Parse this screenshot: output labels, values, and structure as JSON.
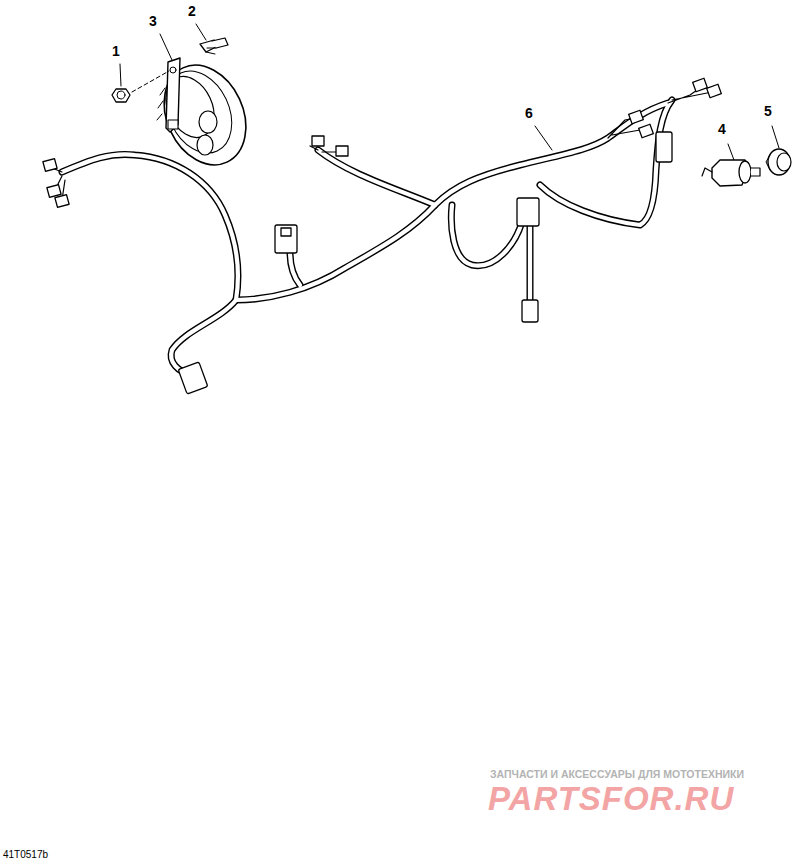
{
  "diagram": {
    "labels": [
      "1",
      "2",
      "3",
      "4",
      "5",
      "6",
      "41T0517b",
      "ЗАПЧАСТИ И АКСЕССУАРЫ ДЛЯ МОТОТЕХНИКИ",
      "PARTSFOR.RU"
    ]
  }
}
